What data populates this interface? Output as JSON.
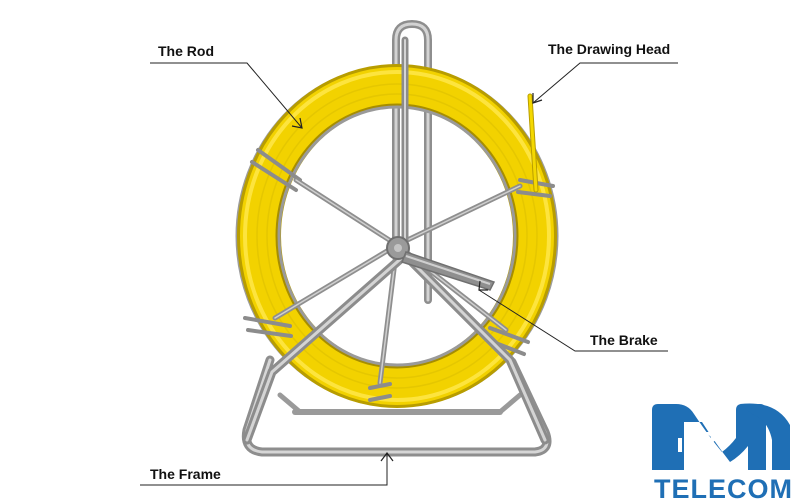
{
  "labels": {
    "rod": "The Rod",
    "drawing_head": "The Drawing Head",
    "brake": "The Brake",
    "frame": "The Frame"
  },
  "logo": {
    "text": "TELECOM",
    "color": "#1f6fb5",
    "icon_name": "hn-telecom-logo-icon"
  },
  "colors": {
    "rod": "#f2d200",
    "rod_dark": "#c9ad00",
    "frame": "#a9a9a9",
    "frame_light": "#d6d6d6"
  }
}
